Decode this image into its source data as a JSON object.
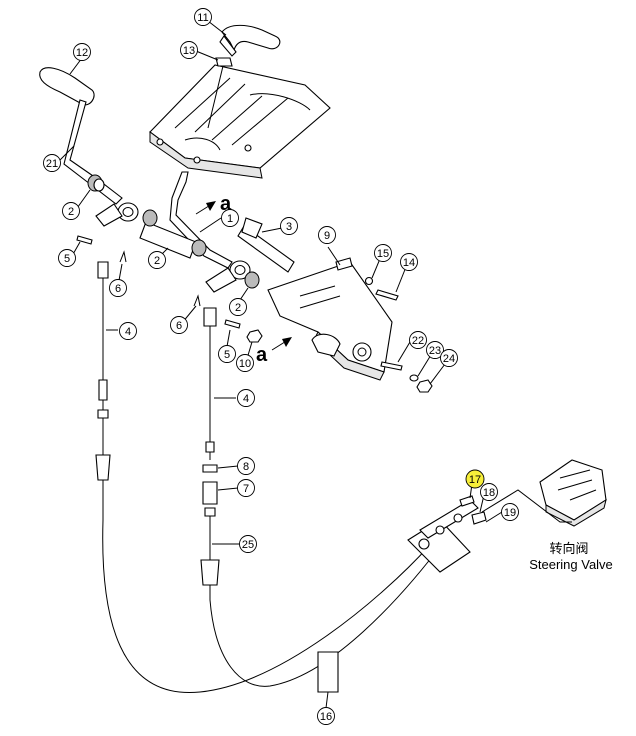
{
  "highlight_color": "#f7ef3a",
  "callouts": [
    {
      "id": "c11",
      "text": "11"
    },
    {
      "id": "c12",
      "text": "12"
    },
    {
      "id": "c13",
      "text": "13"
    },
    {
      "id": "c21",
      "text": "21"
    },
    {
      "id": "c2a",
      "text": "2"
    },
    {
      "id": "c1",
      "text": "1"
    },
    {
      "id": "c3",
      "text": "3"
    },
    {
      "id": "c5a",
      "text": "5"
    },
    {
      "id": "c2b",
      "text": "2"
    },
    {
      "id": "c6a",
      "text": "6"
    },
    {
      "id": "c9",
      "text": "9"
    },
    {
      "id": "c15",
      "text": "15"
    },
    {
      "id": "c14",
      "text": "14"
    },
    {
      "id": "c4a",
      "text": "4"
    },
    {
      "id": "c6b",
      "text": "6"
    },
    {
      "id": "c2c",
      "text": "2"
    },
    {
      "id": "c5b",
      "text": "5"
    },
    {
      "id": "c10",
      "text": "10"
    },
    {
      "id": "c22",
      "text": "22"
    },
    {
      "id": "c23",
      "text": "23"
    },
    {
      "id": "c24",
      "text": "24"
    },
    {
      "id": "c4b",
      "text": "4"
    },
    {
      "id": "c8",
      "text": "8"
    },
    {
      "id": "c7",
      "text": "7"
    },
    {
      "id": "c17",
      "text": "17",
      "highlight": true
    },
    {
      "id": "c18",
      "text": "18"
    },
    {
      "id": "c19",
      "text": "19"
    },
    {
      "id": "c25",
      "text": "25"
    },
    {
      "id": "c16",
      "text": "16"
    }
  ],
  "view_markers": [
    "a",
    "a"
  ],
  "caption": {
    "chinese": "转向阀",
    "english": "Steering Valve"
  }
}
